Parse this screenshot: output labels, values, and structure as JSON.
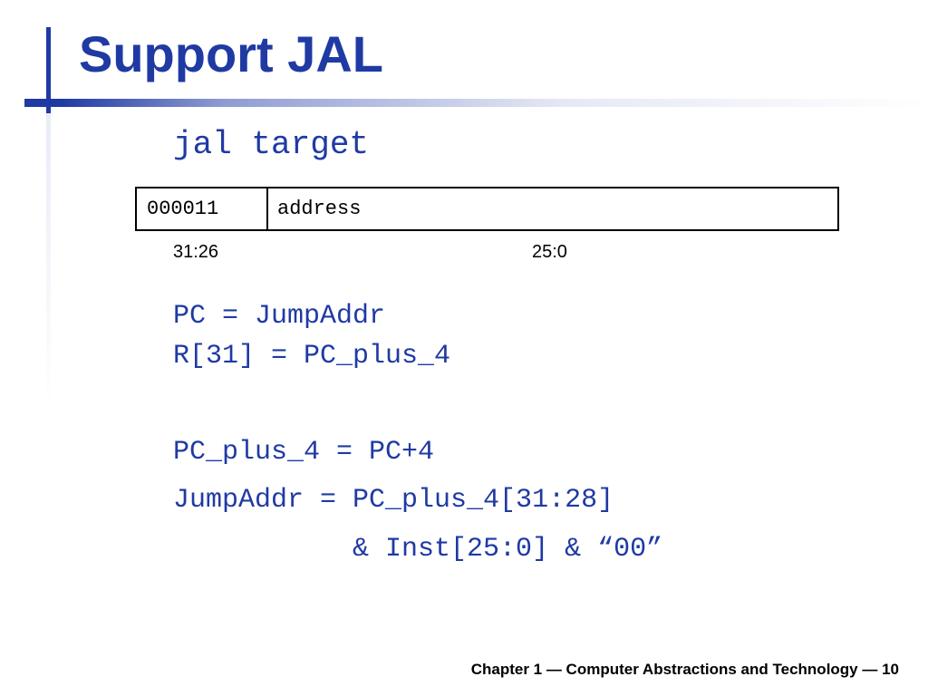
{
  "slide": {
    "title": "Support JAL",
    "instruction": "jal target",
    "format": {
      "opcode": "000011",
      "field": "address",
      "opcode_bits": "31:26",
      "field_bits": "25:0"
    },
    "lines": [
      "PC = JumpAddr",
      "R[31] = PC_plus_4",
      "PC_plus_4 = PC+4",
      "JumpAddr = PC_plus_4[31:28]",
      "           & Inst[25:0] & “00”"
    ],
    "footer": "Chapter 1 — Computer Abstractions and Technology — 10"
  },
  "colors": {
    "accent": "#1f3aa3",
    "text": "#000000",
    "background": "#ffffff"
  }
}
